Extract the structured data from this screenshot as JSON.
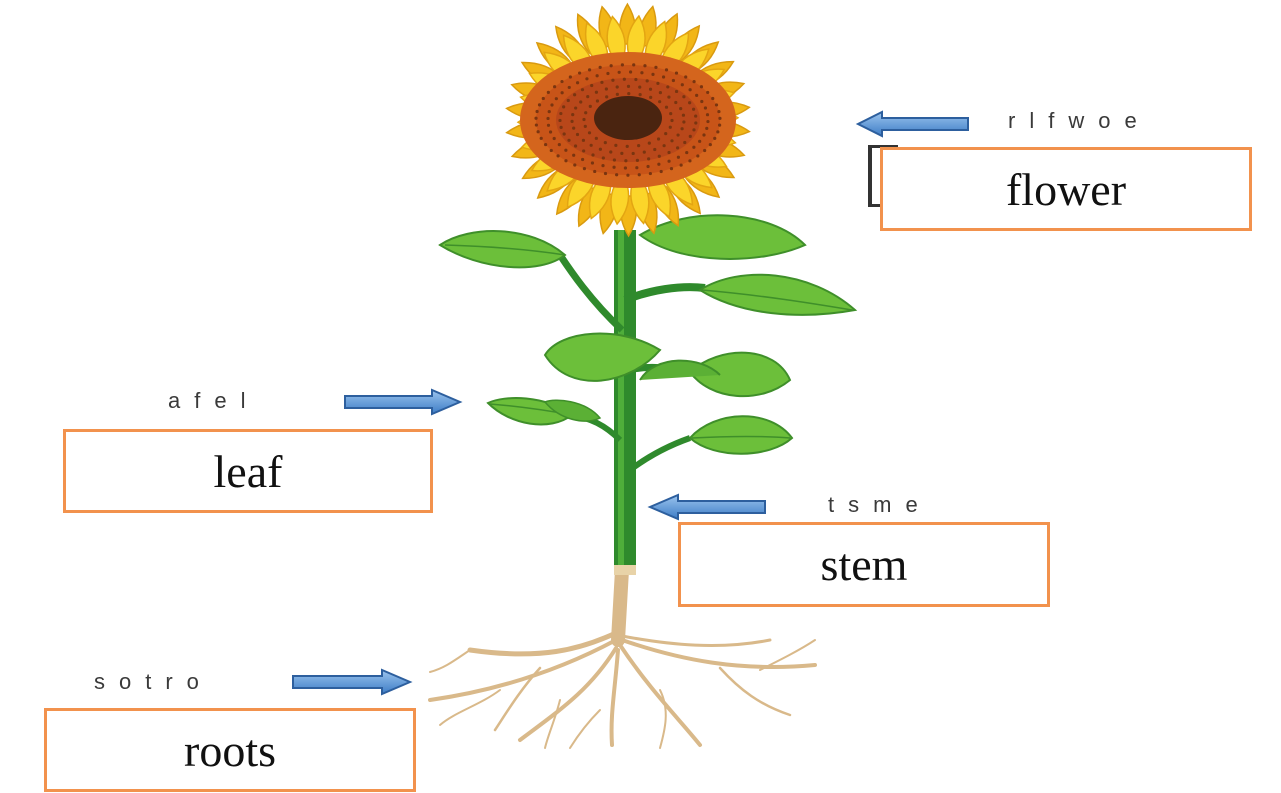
{
  "labels": {
    "flower": {
      "scrambled": "rlfwoe",
      "answer": "flower"
    },
    "leaf": {
      "scrambled": "afel",
      "answer": "leaf"
    },
    "stem": {
      "scrambled": "tsme",
      "answer": "stem"
    },
    "roots": {
      "scrambled": "sotro",
      "answer": "roots"
    }
  },
  "colors": {
    "petal": "#f7c81a",
    "petal_edge": "#e3a512",
    "disk_outer": "#d4651d",
    "disk_inner": "#4a2410",
    "stem": "#2f8a2c",
    "leaf": "#6cbf3a",
    "leaf_dark": "#3f8f2a",
    "root": "#d9b98a",
    "arrow": "#4f8fd6",
    "box_border": "#f2924d"
  },
  "icons": [
    "sunflower-illustration",
    "arrow-icon"
  ]
}
